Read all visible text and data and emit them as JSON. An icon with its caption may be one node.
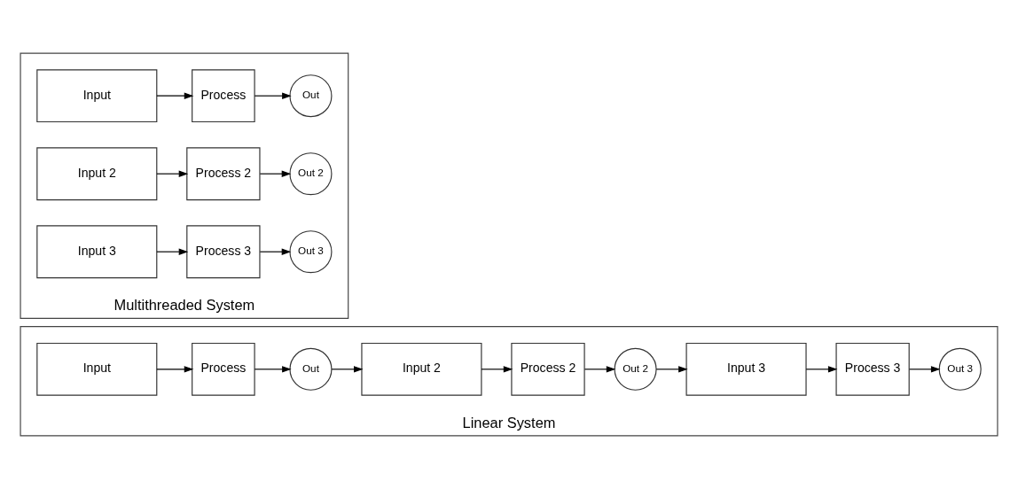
{
  "diagram": {
    "nodes": [
      {
        "text": [
          "Linear System"
        ]
      },
      {
        "text": [
          "Input"
        ],
        "in": 0
      },
      {
        "text": [
          "Process"
        ],
        "in": 0
      },
      {
        "text": [
          "Out"
        ],
        "in": 0
      },
      {
        "text": [
          "Input 2"
        ],
        "in": 0
      },
      {
        "text": [
          "Process 2"
        ],
        "in": 0
      },
      {
        "text": [
          "Out 2"
        ],
        "in": 0
      },
      {
        "text": [
          "Input 3"
        ],
        "in": 0
      },
      {
        "text": [
          "Process 3"
        ],
        "in": 0
      },
      {
        "text": [
          "Out 3"
        ],
        "in": 0
      },
      {
        "text": [
          "Multithreaded System"
        ]
      },
      {
        "text": [
          "Input"
        ],
        "in": 10
      },
      {
        "text": [
          "Process"
        ],
        "in": 10
      },
      {
        "text": [
          "Out"
        ],
        "in": 10
      },
      {
        "text": [
          "Input 2"
        ],
        "in": 10
      },
      {
        "text": [
          "Process 2"
        ],
        "in": 10
      },
      {
        "text": [
          "Out 2"
        ],
        "in": 10
      },
      {
        "text": [
          "Input 3"
        ],
        "in": 10
      },
      {
        "text": [
          "Process 3"
        ],
        "in": 10
      },
      {
        "text": [
          "Out 3"
        ],
        "in": 10
      }
    ],
    "edges": [
      {
        "from": 1,
        "to": 2,
        "arrow": "to"
      },
      {
        "from": 2,
        "to": 3,
        "arrow": "to"
      },
      {
        "from": 3,
        "to": 4,
        "arrow": "to"
      },
      {
        "from": 4,
        "to": 5,
        "arrow": "to"
      },
      {
        "from": 5,
        "to": 6,
        "arrow": "to"
      },
      {
        "from": 6,
        "to": 7,
        "arrow": "to"
      },
      {
        "from": 7,
        "to": 8,
        "arrow": "to"
      },
      {
        "from": 8,
        "to": 9,
        "arrow": "to"
      },
      {
        "from": 11,
        "to": 12,
        "arrow": "to"
      },
      {
        "from": 12,
        "to": 13,
        "arrow": "to"
      },
      {
        "from": 14,
        "to": 15,
        "arrow": "to"
      },
      {
        "from": 15,
        "to": 16,
        "arrow": "to"
      },
      {
        "from": 17,
        "to": 18,
        "arrow": "to"
      },
      {
        "from": 18,
        "to": 19,
        "arrow": "to"
      }
    ]
  }
}
